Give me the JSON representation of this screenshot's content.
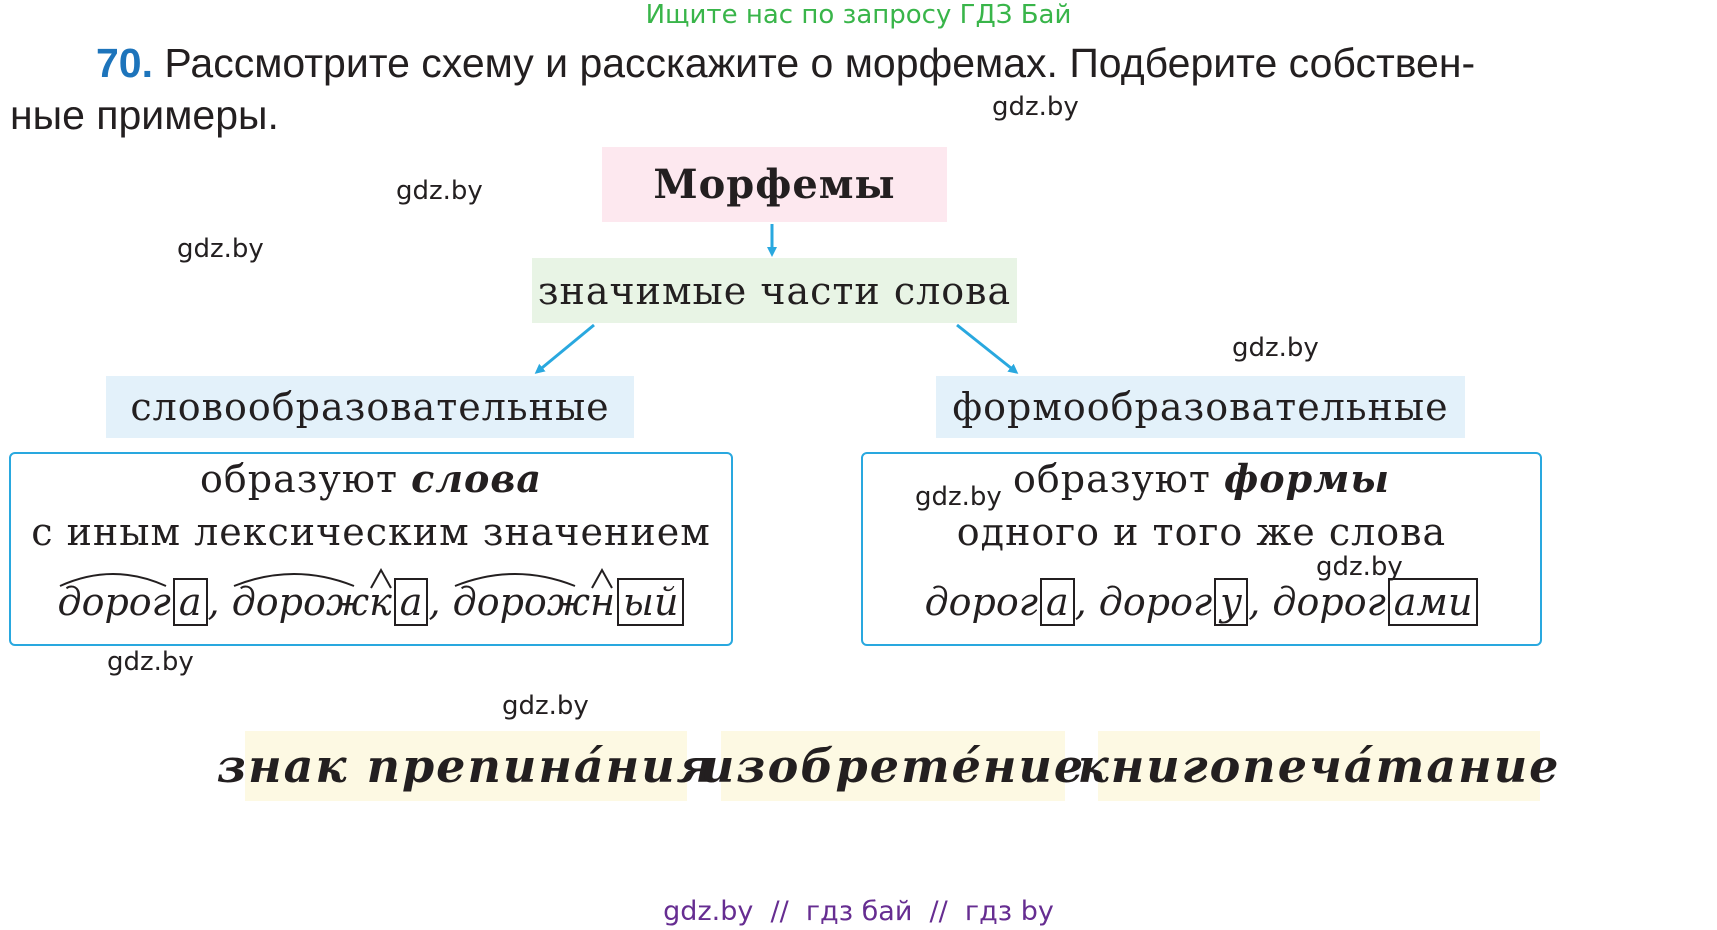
{
  "banner": "Ищите нас по запросу ГДЗ Бай",
  "task": {
    "number": "70.",
    "line1": "Рассмотрите схему и расскажите о морфемах. Подберите собствен-",
    "line2": "ные примеры."
  },
  "watermarks": [
    "gdz.by",
    "gdz.by",
    "gdz.by",
    "gdz.by",
    "gdz.by",
    "gdz.by",
    "gdz.by",
    "gdz.by"
  ],
  "scheme": {
    "root": "Морфемы",
    "middle": "значимые части слова",
    "left": {
      "title": "словообразовательные",
      "desc_pre": "образуют",
      "desc_bold": "слова",
      "desc_line2": "с иным лексическим значением",
      "ex1_root": "дорог",
      "ex1_end": "а",
      "ex2_root": "дорож",
      "ex2_suf": "к",
      "ex2_end": "а",
      "ex3_root": "дорож",
      "ex3_suf": "н",
      "ex3_end": "ый",
      "comma": ","
    },
    "right": {
      "title": "формообразовательные",
      "desc_pre": "образуют",
      "desc_bold": "формы",
      "desc_line2": "одного и того же слова",
      "ex1_root": "дорог",
      "ex1_end": "а",
      "ex2_root": "дорог",
      "ex2_end": "у",
      "ex3_root": "дорог",
      "ex3_end": "ами",
      "comma": ","
    }
  },
  "words": [
    "знак препина́ния",
    "изобрете́ние",
    "книгопеча́тание"
  ],
  "footer": "gdz.by  //  гдз бай  //  гдз by",
  "colors": {
    "accent_blue": "#1d74bb",
    "arrow": "#29a8df",
    "banner_green": "#39b54a",
    "footer_purple": "#662d91",
    "pink_fill": "#fde8ef",
    "green_fill": "#e8f4e5",
    "blue_fill": "#e3f1fa",
    "yellow_fill": "#fdf9e3"
  }
}
